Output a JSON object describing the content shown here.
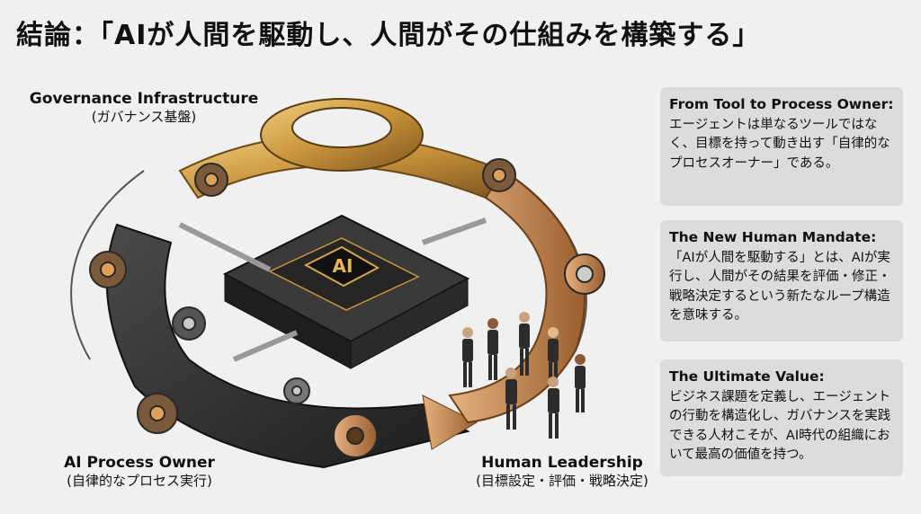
{
  "title": "結論：「AIが人間を駆動し、人間がその仕組みを構築する」",
  "labels": {
    "governance": {
      "en": "Governance Infrastructure",
      "jp": "(ガバナンス基盤)"
    },
    "ai_owner": {
      "en": "AI Process Owner",
      "jp": "(自律的なプロセス実行)"
    },
    "human": {
      "en": "Human Leadership",
      "jp": "(目標設定・評価・戦略決定)"
    },
    "chip": "AI"
  },
  "cards": [
    {
      "head": "From Tool to Process Owner:",
      "body": "エージェントは単なるツールではなく、目標を持って動き出す「自律的なプロセスオーナー」である。"
    },
    {
      "head": "The New Human Mandate:",
      "body": "「AIが人間を駆動する」とは、AIが実行し、人間がその結果を評価・修正・戦略決定するという新たなループ構造を意味する。"
    },
    {
      "head": "The Ultimate Value:",
      "body": "ビジネス課題を定義し、エージェントの行動を構造化し、ガバナンスを実践できる人材こそが、AI時代の組織において最高の価値を持つ。"
    }
  ],
  "colors": {
    "gold": "#c8933a",
    "dark": "#2b2b2b",
    "copper": "#b97945",
    "panel": "#dcdcdc"
  }
}
